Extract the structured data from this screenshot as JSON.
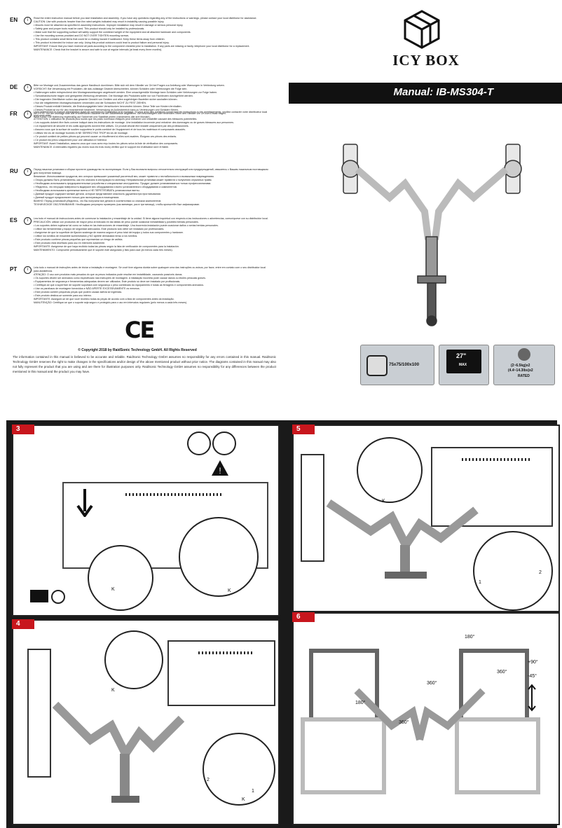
{
  "languages": [
    {
      "code": "EN",
      "lines": [
        "Read the entire instruction manual before you start installation and assembly. If you have any questions regarding any of the instructions or warnings, please contact your local distributor for assistance.",
        "CAUTION: Use with products heavier than the rated weights indicated may result in instability causing possible injury.",
        "• Mounts must be attached as specified in assembly instructions. Improper installation may result in damage or serious personal injury.",
        "• Safety gear and proper tools must be used. This product should only be installed by professionals.",
        "• Make sure that the supporting surface will safely support the combined weight of the equipment and all attached hardware and components.",
        "• Use the mounting screws provided and DO NOT OVER TIGHTEN mounting screws.",
        "• This product contains small items that could be a choking hazard if swallowed. Keep these items away from children.",
        "• This product is intended for indoor use only. Using this product outdoors could lead to product failure and personal injury.",
        "IMPORTANT: Ensure that you have received all parts according to the component checklist prior to installation. If any parts are missing or faulty, telephone your local distributor for a replacement.",
        "MAINTENANCE: Check that the bracket is secure and safe to use at regular intervals (at least every three months)."
      ]
    },
    {
      "code": "DE",
      "lines": [
        "Bitte vor Montage und Zusammenbau das ganze Handbuch durchlesen. Bitte sich mit dem Händler vor Ort bei Fragen zur Anleitung oder Warnungen in Verbindung setzen.",
        "VORSICHT: Bei Verwendung mit Produkten, die das zulässige Gewicht überschreiten, können Schäden oder Verletzungen die Folge sein.",
        "• Halterungen sollen entsprechend den Montageanweisungen angebracht werden. Eine unsachgemäße Montage kann Schäden oder Verletzungen zur Folge haben.",
        "• Schutzhandschuhe tragen und geeignetes Werkzeug verwenden. Die Montage des Produktes sollte nur von Fachleuten durchgeführt werden.",
        "• Die tragenden Oberflächen sollen das gesamte Gewicht von Geräten und allen zugehörigen Bauteilen sicher aushalten können.",
        "• Nur die mitgelieferten Montageschrauben verwenden und die Schrauben NICHT ZU FEST ZIEHEN.",
        "• Dieses Produkt enthält Kleinteile, die Erstickungsgefahr beim Verschlucken hervorrufen können. Diese Teile von Kindern fernhalten.",
        "• Dieses Produkt ist nur für den Innenbereich bestimmt. Verwendung im Außenbereich kann zu Verletzungen und Schäden führen.",
        "WICHTIG: Vor der Montage bitte alle erforderlichen Bauteile mit der Bauteileliste abgleichen. Bei beschädigten oder fehlenden Teilen den Händler vor Ort zum Ersatz fragen.",
        "WARTUNG: Die Halterung regelmäßig auf Sicherheit und Stabilität prüfen (mindestens alle drei Monate)."
      ]
    },
    {
      "code": "FR",
      "lines": [
        "Lisez entièrement le manuel d'installation avant de commencer l'installation et le montage. Si vous avez des questions concernant les instructions ou les avertissements, veuillez contacter votre distributeur local pour vous aider.",
        "ATTENTION: L'utilisation de produits plus lourds que les poids nominaux indiqués peut entraîner une instabilité causant des blessures potentielles.",
        "• Les supports doivent être fixés comme indiqué dans les instructions de montage. Une installation incorrecte peut entraîner des dommages ou de graves blessures aux personnes.",
        "• Un équipement de sécurité et les outils appropriés doivent être utilisés. Ce produit devrait être installé uniquement par des professionnels.",
        "• Assurez-vous que la surface de soutien supportera le poids combiné de l'équipement et de tous les matériaux et composants associés.",
        "• Utilisez les vis de montage fournies et NE SERREZ PAS TROP les vis de montage.",
        "• Ce produit contient de petites pièces qui peuvent causer un étouffement si elles sont avalées. Éloignez ces pièces des enfants.",
        "• Ce produit est prévu uniquement pour une utilisation à l'intérieur.",
        "IMPORTANT: Avant l'installation, assurez-vous que vous avez reçu toutes les pièces selon la liste de vérification des composants.",
        "MAINTENANCE: A intervalles réguliers (au moins tous les trois mois) vérifiez que le support est d'utilisation sûre et fiable."
      ]
    },
    {
      "code": "RU",
      "lines": [
        "Перед началом установки и сборки прочтите руководство по эксплуатации. Если у Вас возникли вопросы относительно инструкций или предупреждений, свяжитесь с Вашим локальным поставщиком для получения помощи.",
        "Внимание: Использование продуктов, вес которых превышает указанный расчетный вес, может привести к нестабильности и возможным повреждениям.",
        "• Опоры должны быть установлены, как это описано в инструкции по монтажу. Неправильная установка может привести к получению серьезных травм.",
        "• Необходимо использовать предохранительные устройства и специальные инструменты. Продукт должен устанавливаться только профессионалами.",
        "• Убедитесь, что несущая поверхность выдержит вес оборудования и всего установленного оборудования и компонентов.",
        "• Необходимо использовать крепежные винты и НЕ ПЕРЕТЯГИВАТЬ установочные винты.",
        "• Данный продукт содержит мелкие детали, которые представляют опасность удушения при проглатывании.",
        "• Данный продукт предназначен только для эксплуатации в помещениях.",
        "ВАЖНО: Перед установкой убедитесь, что Вы получили все детали в соответствии со списком компонентов.",
        "ТЕХНИЧЕСКОЕ ОБСЛУЖИВАНИЕ: Необходимо регулярно проверять (как минимум, раз в три месяца), чтобы кронштейн был зафиксирован."
      ]
    },
    {
      "code": "ES",
      "lines": [
        "Lea todo el manual de instrucciones antes de comenzar la instalación y ensamblaje de la unidad. Si tiene alguna inquietud con respecto a las instrucciones o advertencias, comuníquese con su distribuidor local.",
        "PRECAUCIÓN: utilizar con productos de mayor peso al indicado en las tablas de peso puede ocasionar inestabilidad y posibles heridas personales.",
        "• Los soportes deben sujetarse tal como se indica en las instrucciones de ensamblaje. Una incorrecta instalación puede ocasionar daños o serias heridas personales.",
        "• Utilice las herramientas y equipo de seguridad adecuados. Este producto solo debe ser instalado por profesionales.",
        "• Asegúrese de que la superficie de fijación sostenga de manera segura el peso total del equipo y todos sus componentes y hardware.",
        "• Utilice los tornillos de ensamble suministrados y NO apriete demasiado tenso a los tornillos.",
        "• Este producto contiene piezas pequeñas que representan un riesgo de asfixia.",
        "• Este producto está diseñado para uso en interiores solamente.",
        "IMPORTANTE: Asegúrese de que haya recibido todas las piezas según la lista de verificación de componentes para la instalación.",
        "MANTENIMIENTO: Compruebe periódicamente que el soporte esté asegurado y listo para usar (al menos cada tres meses)."
      ]
    },
    {
      "code": "PT",
      "lines": [
        "Leia todo o manual de instruções antes de iniciar a instalação e montagem. Se você tiver alguma dúvida sobre quaisquer uma das instruções ou avisos, por favor, entre em contato com o seu distribuidor local para assistência.",
        "ATENÇÃO: O uso com produtos mais pesados do que os pesos indicados pode resultar em instabilidade, causando possíveis danos.",
        "• Os suportes devem ser anexados como especificado nas instruções de montagem. A instalação incorreta pode causar danos ou lesões pessoais graves.",
        "• Equipamentos de segurança e ferramentas adequadas devem ser utilizados. Este produto só deve ser instalado por profissionais.",
        "• Certifique-se que a superfície de suporte suportará com segurança o peso combinado do equipamento e todas as ferragens e componentes anexados.",
        "• Use os parafusos de montagem fornecidos e NÃO APERTE EXCESSIVAMENTE os mesmos.",
        "• Este produto contém pequenas peças que podem causar asfixia se ingeridas.",
        "• Este produto destina-se somente para uso interno.",
        "IMPORTANTE: Assegure-se de que você recebeu todas as peças de acordo com a lista de componentes antes da instalação.",
        "MANUTENÇÃO: Certifique-se que o suporte seja seguro e protegido para o uso em intervalos regulares (pelo menos a cada três meses)."
      ]
    }
  ],
  "brand": "ICY BOX",
  "manual_title": "Manual: IB-MS304-T",
  "ce_mark": "CE",
  "copyright": "© Copyright 2018 by RaidSonic Technology GmbH. All Rights Reserved",
  "disclaimer": "The information contained in this manual is believed to be accurate and reliable. RaidSonic Technology GmbH assumes no responsibility for any errors contained in this manual. RaidSonic Technology GmbH reserves the right to make changes in the specifications and/or design of the above mentioned product without prior notice. The diagrams contained in this manual may also not fully represent the product that you are using and are there for illustration purposes only. RaidSonic Technology GmbH assumes no responsibility for any differences between the product mentioned in this manual and the product you may have.",
  "badges": {
    "vesa": "75x75/100x100",
    "screen_size": "27\"",
    "screen_max": "MAX",
    "weight_line1": "(2~6.5kg)x2",
    "weight_line2": "(4.4~14.3lbs)x2",
    "weight_rated": "RATED"
  },
  "steps": [
    {
      "num": "3",
      "labels": {
        "k1": "K",
        "k2": "K"
      }
    },
    {
      "num": "4",
      "labels": {
        "k1": "K",
        "k2": "K",
        "c1": "1",
        "c2": "2"
      }
    },
    {
      "num": "5",
      "labels": {
        "k1": "K",
        "c1": "1",
        "c2": "2"
      }
    },
    {
      "num": "6",
      "labels": {
        "r180a": "180°",
        "r180b": "180°",
        "r360a": "360°",
        "r360b": "360°",
        "r360c": "360°",
        "tilt_up": "+90°",
        "tilt_down": "-45°"
      }
    }
  ],
  "colors": {
    "accent": "#c8161d",
    "title_bar": "#111111",
    "badge_bg": "#c9ced3"
  }
}
